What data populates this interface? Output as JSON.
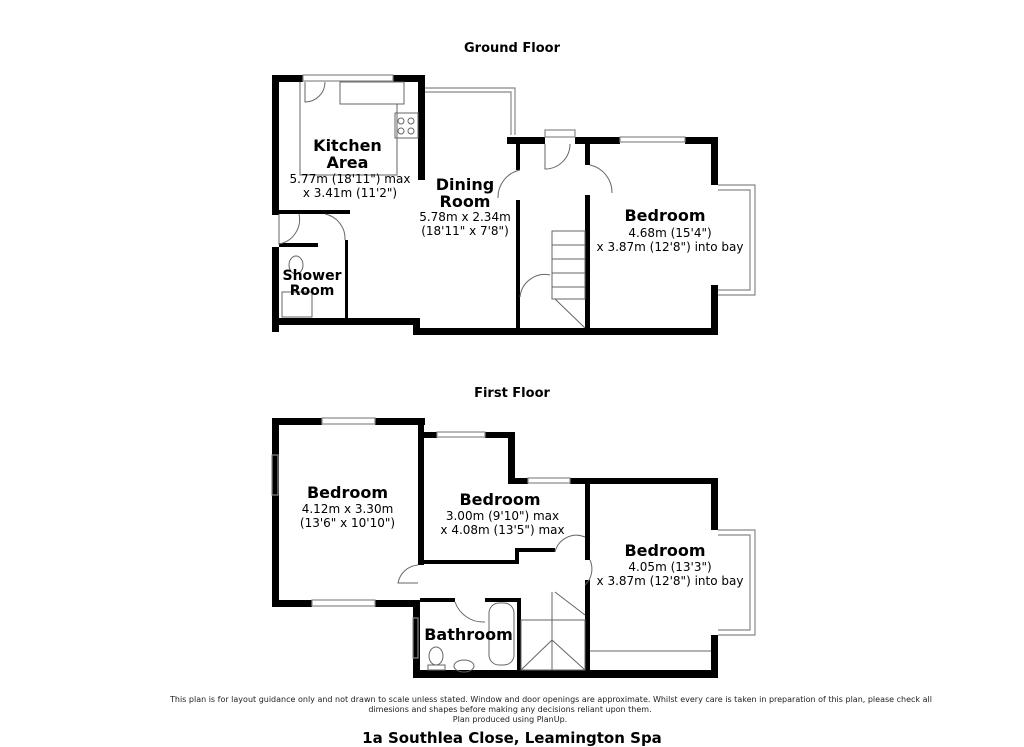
{
  "ground_floor": {
    "title": "Ground Floor",
    "rooms": [
      {
        "name": "Kitchen Area",
        "name_lines": [
          "Kitchen",
          "Area"
        ],
        "dims": [
          "5.77m (18'11\") max",
          "x 3.41m (11'2\")"
        ]
      },
      {
        "name": "Dining Room",
        "name_lines": [
          "Dining",
          "Room"
        ],
        "dims": [
          "5.78m x 2.34m",
          "(18'11\" x 7'8\")"
        ]
      },
      {
        "name": "Bedroom",
        "name_lines": [
          "Bedroom"
        ],
        "dims": [
          "4.68m (15'4\")",
          "x 3.87m (12'8\") into bay"
        ]
      },
      {
        "name": "Shower Room",
        "name_lines": [
          "Shower",
          "Room"
        ],
        "dims": []
      }
    ]
  },
  "first_floor": {
    "title": "First Floor",
    "rooms": [
      {
        "name": "Bedroom",
        "dims": [
          "4.12m x 3.30m",
          "(13'6\" x 10'10\")"
        ]
      },
      {
        "name": "Bedroom",
        "dims": [
          "3.00m (9'10\") max",
          "x 4.08m (13'5\") max"
        ]
      },
      {
        "name": "Bedroom",
        "dims": [
          "4.05m (13'3\")",
          "x 3.87m (12'8\") into bay"
        ]
      },
      {
        "name": "Bathroom",
        "dims": []
      }
    ]
  },
  "disclaimer": [
    "This plan is for layout guidance only and not drawn to scale unless stated. Window and door openings are approximate. Whilst every care is taken in preparation of this plan, please check all",
    "dimesions and shapes before making any decisions reliant upon them.",
    "Plan produced using PlanUp."
  ],
  "address": "1a Southlea Close, Leamington Spa"
}
